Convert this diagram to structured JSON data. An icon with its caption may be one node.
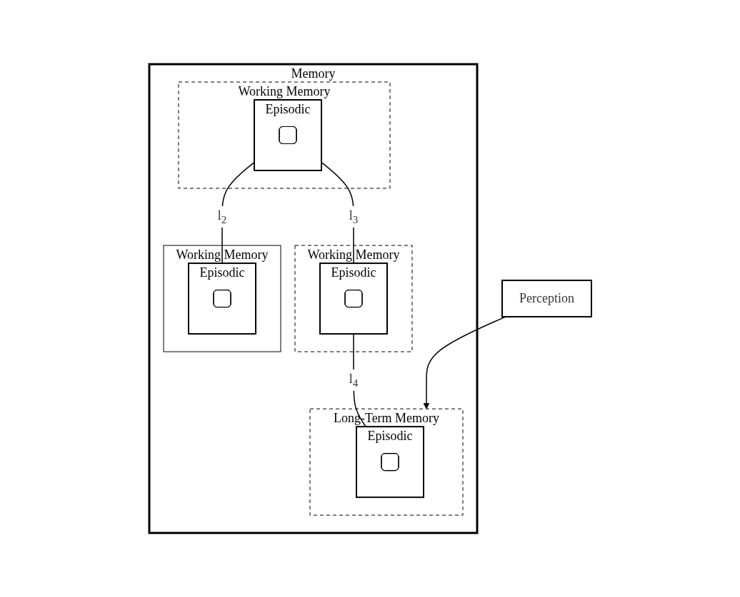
{
  "diagram": {
    "nodes": [
      {
        "text": [
          "Memory"
        ]
      },
      {
        "text": [
          "Working Memory"
        ],
        "in": 0
      },
      {
        "text": [
          "Episodic"
        ],
        "in": 1
      },
      {
        "text": [],
        "shape": "box",
        "in": 2
      },
      {
        "text": [
          "Working Memory"
        ],
        "in": 0
      },
      {
        "text": [
          "Episodic"
        ],
        "in": 4
      },
      {
        "text": [],
        "shape": "box",
        "in": 5
      },
      {
        "text": [
          "Working Memory"
        ],
        "in": 0
      },
      {
        "text": [
          "Episodic"
        ],
        "in": 7
      },
      {
        "text": [],
        "shape": "box",
        "in": 8
      },
      {
        "text": [
          "Long-Term Memory"
        ],
        "in": 0
      },
      {
        "text": [
          "Episodic"
        ],
        "in": 10
      },
      {
        "text": [],
        "shape": "box",
        "in": 11
      },
      {
        "text": [
          "Perception"
        ]
      }
    ],
    "edges": [
      {
        "from": 2,
        "to": 5,
        "arrow": "none",
        "label": "l$_{3}$"
      },
      {
        "from": 2,
        "to": 8,
        "arrow": "none",
        "label": "l$_{2}$"
      },
      {
        "from": 5,
        "to": 11,
        "arrow": "none",
        "label": "l$_{4}$"
      },
      {
        "from": 13,
        "to": 10,
        "arrow": "to"
      }
    ]
  }
}
